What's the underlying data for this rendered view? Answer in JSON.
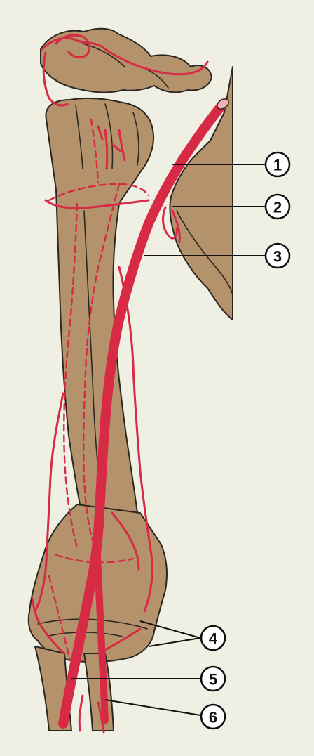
{
  "labels": [
    {
      "id": "1",
      "text": "1"
    },
    {
      "id": "2",
      "text": "2"
    },
    {
      "id": "3",
      "text": "3"
    },
    {
      "id": "4",
      "text": "4"
    },
    {
      "id": "5",
      "text": "5"
    },
    {
      "id": "6",
      "text": "6"
    }
  ],
  "colors": {
    "background": "#f0efe3",
    "bone": "#b3926c",
    "artery": "#d72a45",
    "outline": "#2b2620",
    "marker_fill": "#ffffff"
  }
}
